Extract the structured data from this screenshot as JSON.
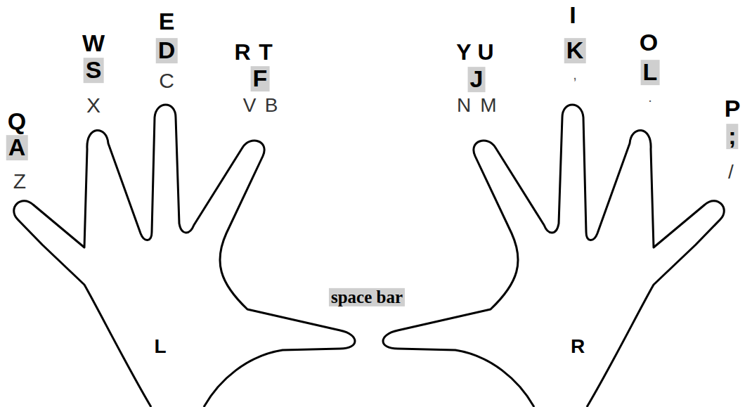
{
  "diagram": {
    "nodes": [
      {
        "text": [
          "A"
        ]
      },
      {
        "text": [
          "S"
        ]
      },
      {
        "text": [
          "D"
        ]
      },
      {
        "text": [
          "F"
        ]
      },
      {
        "text": [
          "J"
        ]
      },
      {
        "text": [
          "K"
        ]
      },
      {
        "text": [
          "L"
        ]
      },
      {
        "text": [
          ";"
        ]
      },
      {
        "text": [
          "space bar"
        ]
      }
    ],
    "labels": [
      "Q",
      "Z",
      "W",
      "X",
      "E",
      "C",
      "R",
      "T",
      "V",
      "B",
      "Y",
      "U",
      "N",
      "M",
      "I",
      ",",
      "O",
      ".",
      "P",
      "/",
      "L",
      "R"
    ]
  }
}
